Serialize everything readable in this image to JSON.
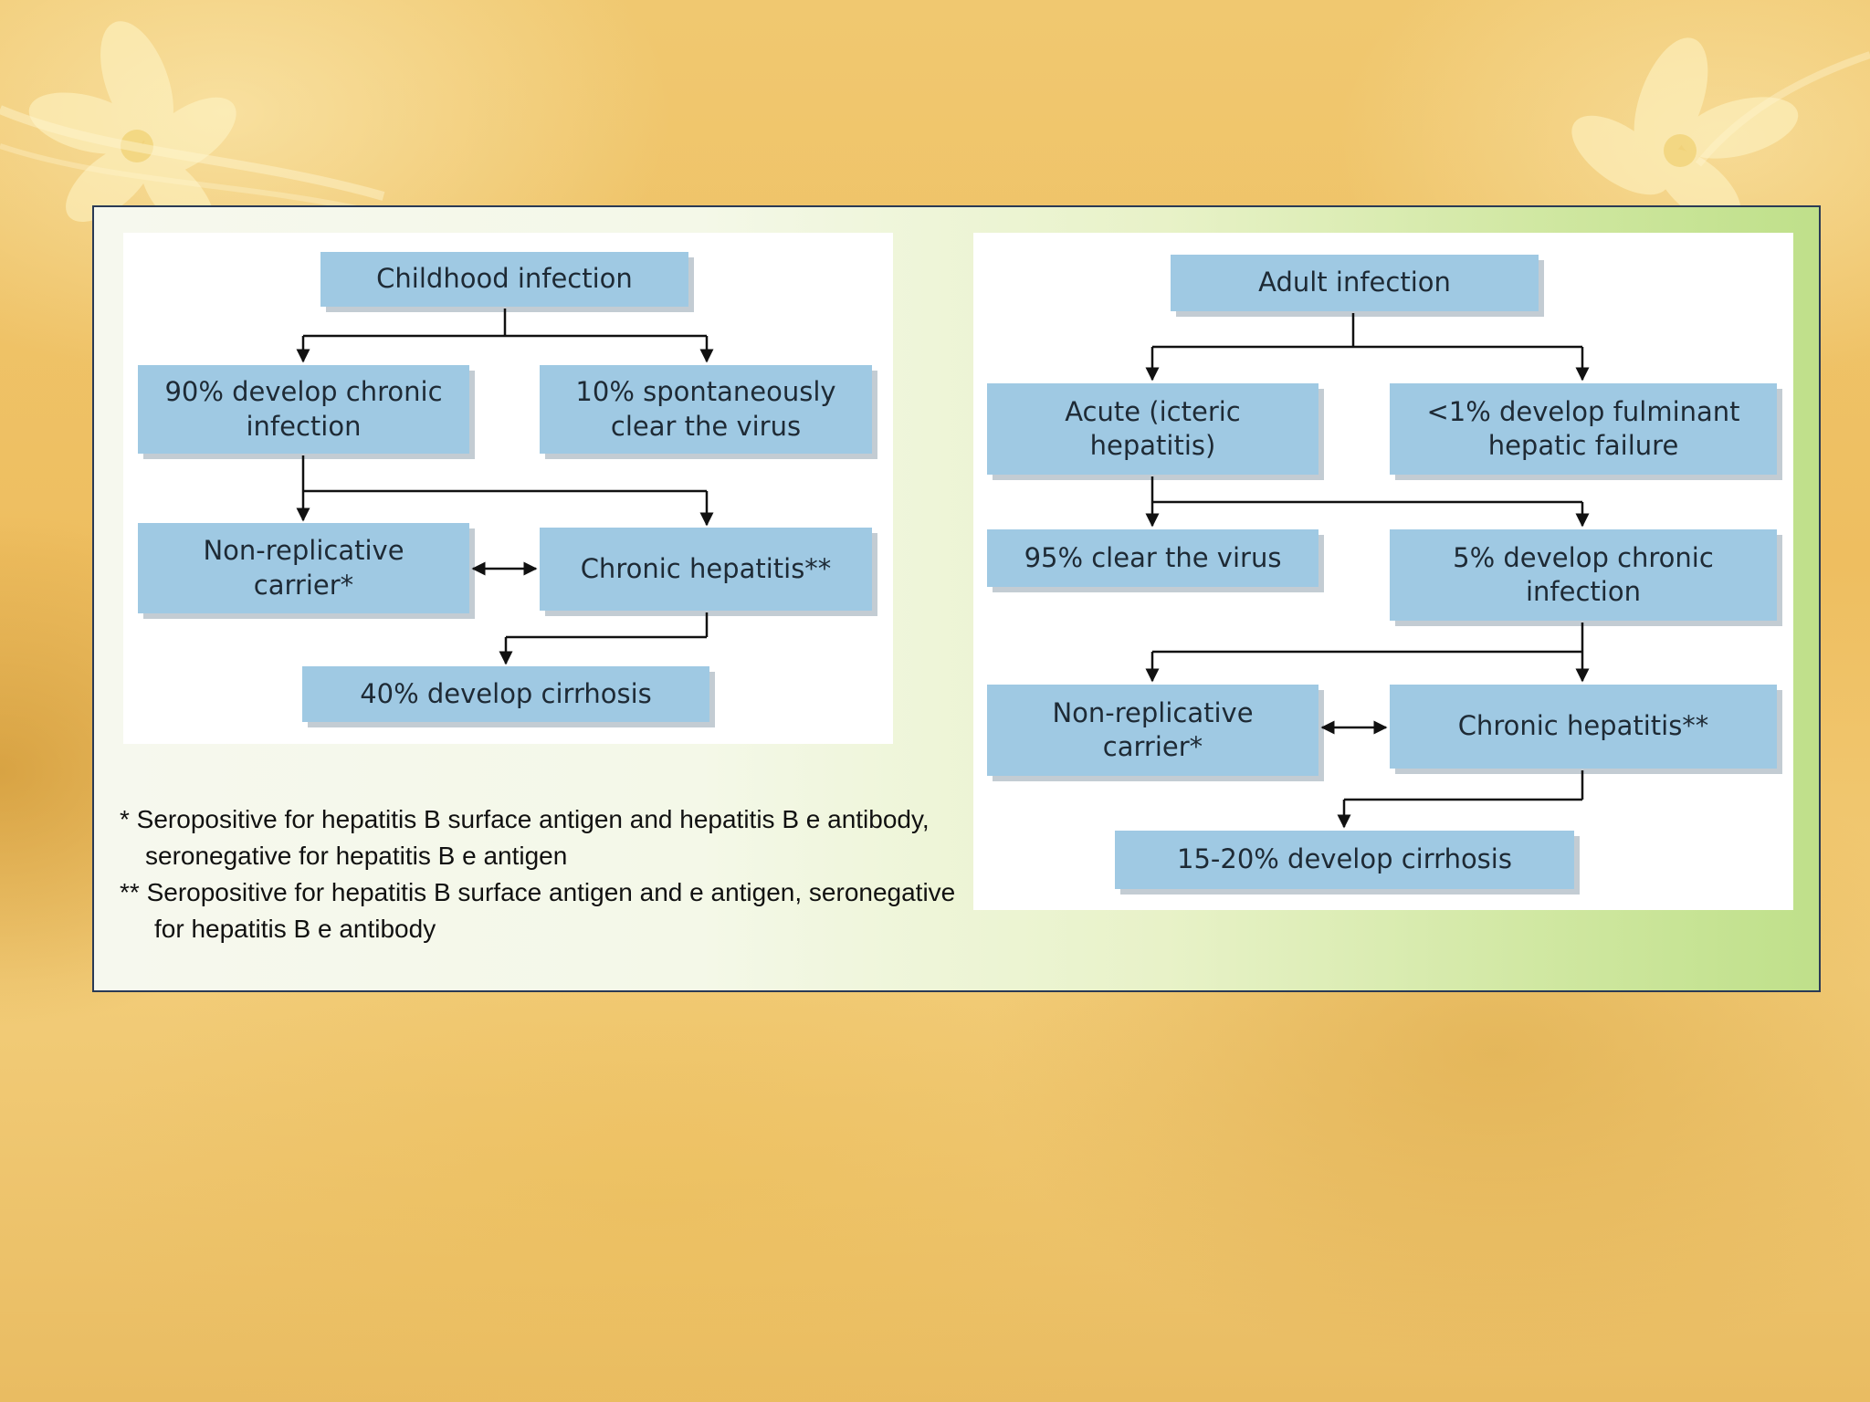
{
  "left_chart": {
    "boxes": {
      "root": "Childhood infection",
      "chronic": "90% develop chronic\ninfection",
      "clear": "10% spontaneously\nclear the virus",
      "carrier": "Non-replicative\ncarrier*",
      "hepatitis": "Chronic hepatitis**",
      "cirrhosis": "40% develop cirrhosis"
    }
  },
  "right_chart": {
    "boxes": {
      "root": "Adult infection",
      "acute": "Acute (icteric\nhepatitis)",
      "fulminant": "<1% develop fulminant\nhepatic failure",
      "clear": "95% clear the virus",
      "chronic": "5% develop chronic\ninfection",
      "carrier": "Non-replicative\ncarrier*",
      "hepatitis": "Chronic hepatitis**",
      "cirrhosis": "15-20% develop cirrhosis"
    }
  },
  "footnotes": {
    "single": "* Seropositive for hepatitis B surface antigen and hepatitis B e antibody, seronegative for hepatitis B e antigen",
    "double": "** Seropositive for hepatitis B surface antigen and e antigen, seronegative for hepatitis B e antibody"
  },
  "colors": {
    "box_fill": "#9fc9e3",
    "box_shadow": "#c3ccd3",
    "connector": "#111111",
    "panel_border": "#2a3a55"
  }
}
